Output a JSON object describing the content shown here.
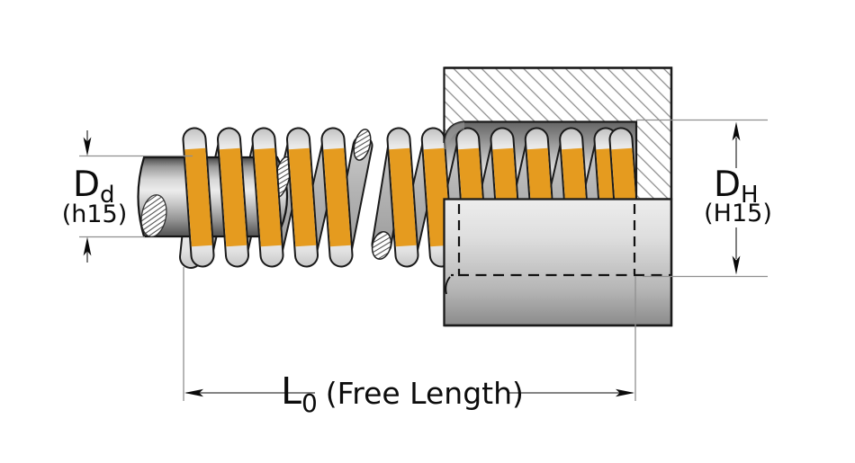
{
  "drawing": {
    "title": "Die spring section drawing with free length dimensions",
    "annotations": {
      "rod_diameter": {
        "symbol": "D",
        "subscript": "d",
        "tolerance": "(h15)"
      },
      "hole_diameter": {
        "symbol": "D",
        "subscript": "H",
        "tolerance": "(H15)"
      },
      "free_length": {
        "symbol": "L",
        "subscript": "0",
        "label": "(Free Length)"
      }
    },
    "colors": {
      "spring_coil_orange": "#E59B1F",
      "wire_tip_silver": "#EDEDED",
      "outline_black": "#1A1A1A",
      "metal_gray": "#BDBDBD",
      "hatch_line_gray": "#8C8C8C",
      "extension_line_gray": "#8F8F8F",
      "dimension_line": "#3A3A3A",
      "background": "#FFFFFF"
    }
  }
}
